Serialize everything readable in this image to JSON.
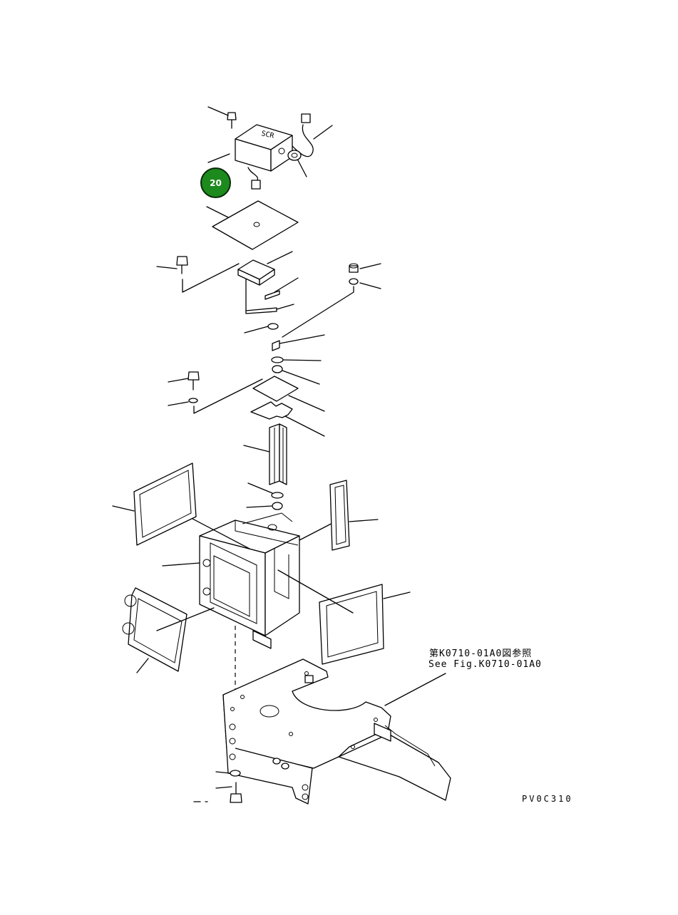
{
  "diagram": {
    "callout_number": "20",
    "reference_note_jp": "第K0710-01A0図参照",
    "reference_note_en": "See Fig.K0710-01A0",
    "drawing_code": "PV0C310",
    "part_label_scr": "SCR",
    "callout_color": "#1d8a1d"
  }
}
